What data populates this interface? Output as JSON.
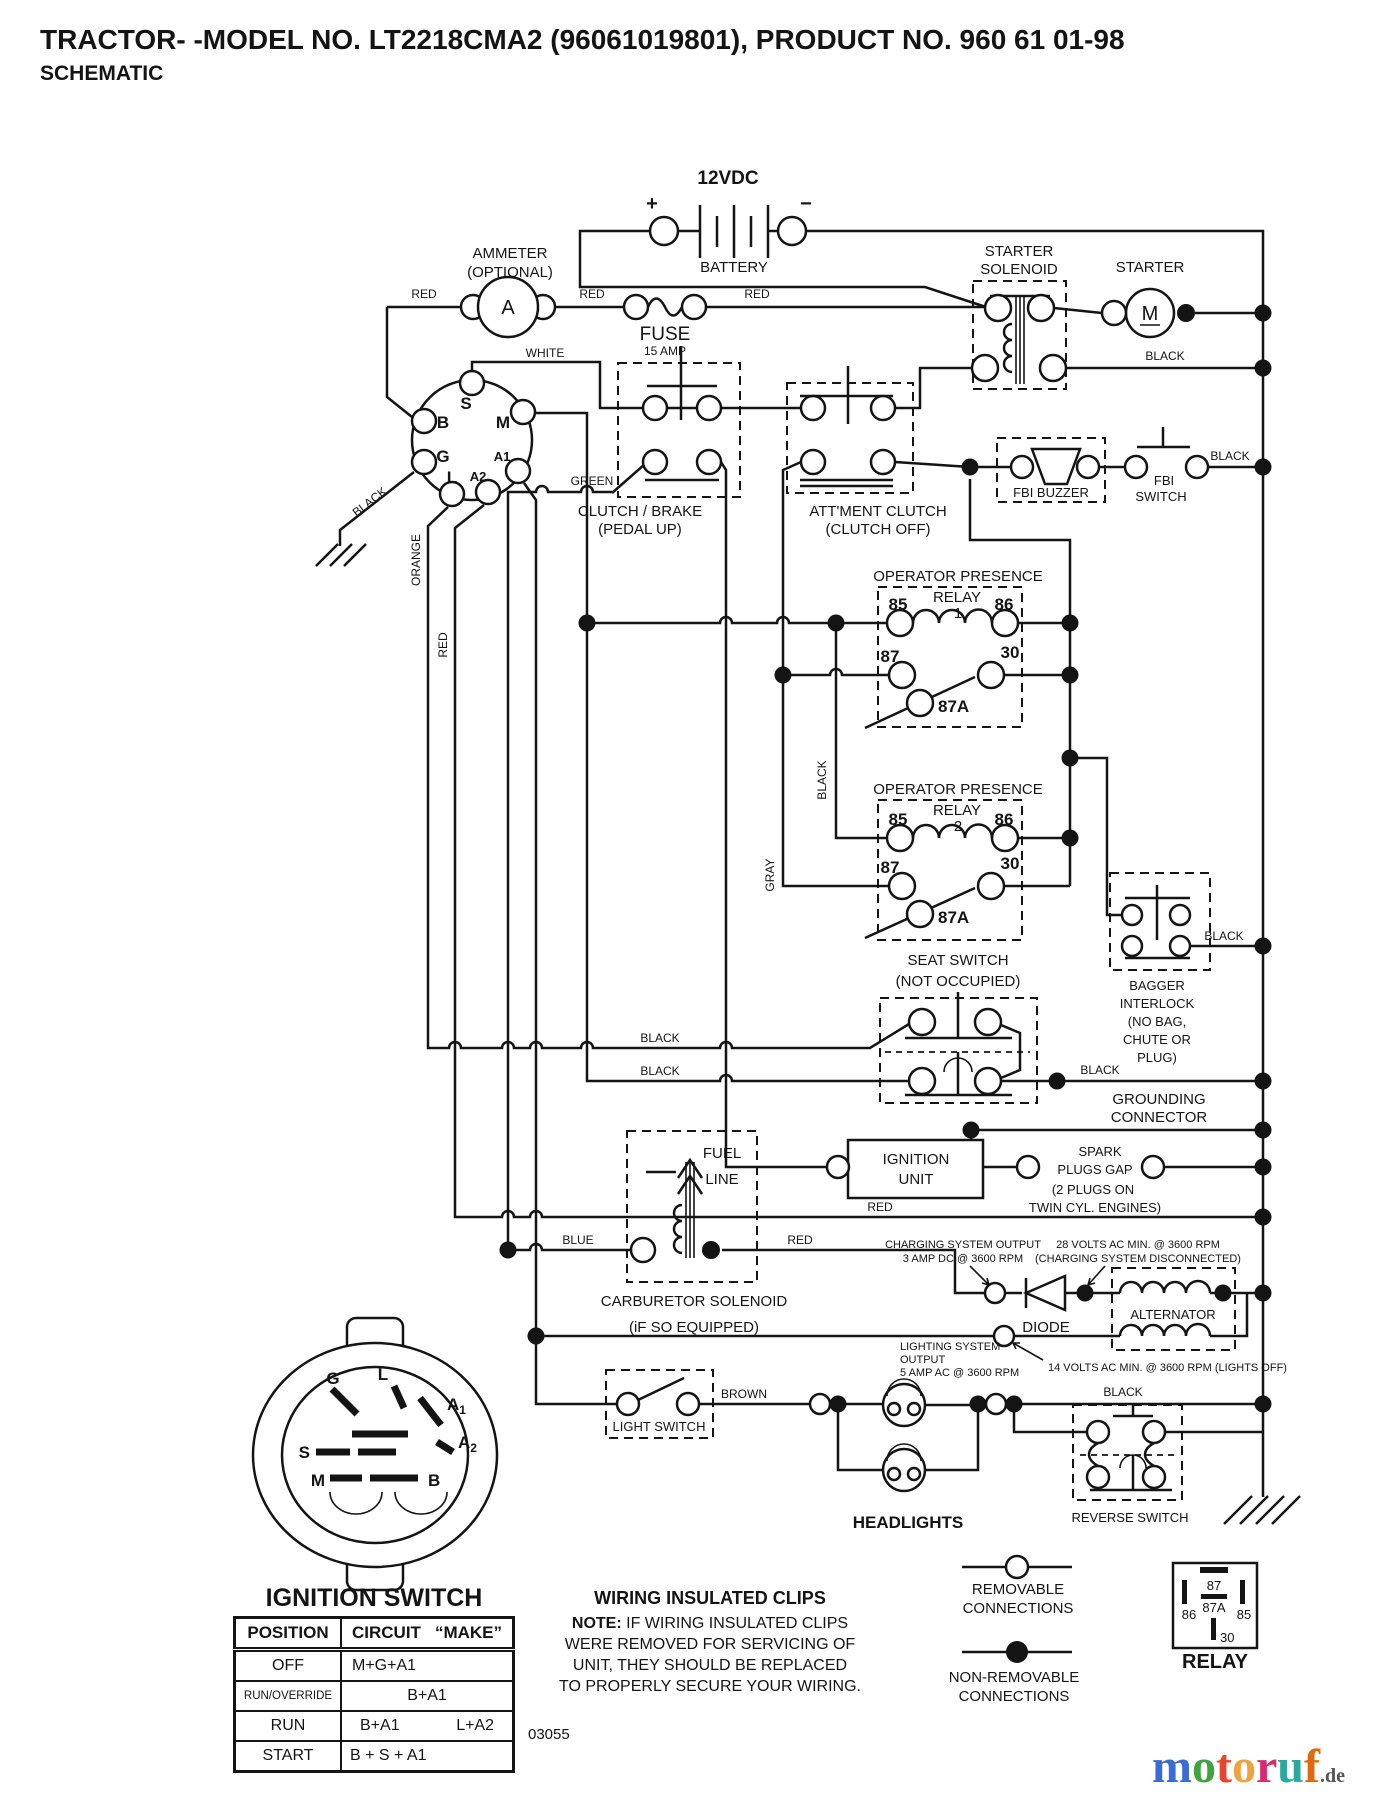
{
  "header": {
    "title": "TRACTOR- -MODEL NO. LT2218CMA2 (96061019801), PRODUCT NO. 960 61 01-98",
    "subtitle": "SCHEMATIC"
  },
  "battery": {
    "voltage": "12VDC",
    "plus": "+",
    "minus": "−",
    "label": "BATTERY"
  },
  "wire": {
    "red": "RED",
    "white": "WHITE",
    "black": "BLACK",
    "green": "GREEN",
    "orange": "ORANGE",
    "gray": "GRAY",
    "blue": "BLUE",
    "brown": "BROWN"
  },
  "ammeter": {
    "name": "AMMETER",
    "optional": "(OPTIONAL)",
    "symbol": "A"
  },
  "fuse": {
    "name": "FUSE",
    "rating": "15 AMP"
  },
  "starter_solenoid": {
    "l1": "STARTER",
    "l2": "SOLENOID"
  },
  "starter": {
    "name": "STARTER",
    "symbol": "M"
  },
  "clutch_brake": {
    "l1": "CLUTCH / BRAKE",
    "l2": "(PEDAL UP)"
  },
  "attachment_clutch": {
    "l1": "ATT'MENT CLUTCH",
    "l2": "(CLUTCH OFF)"
  },
  "fbi": {
    "buzzer": "FBI BUZZER",
    "sw1": "FBI",
    "sw2": "SWITCH"
  },
  "relay1": {
    "t1": "OPERATOR PRESENCE",
    "t2": "RELAY",
    "num": "1",
    "p85": "85",
    "p86": "86",
    "p87": "87",
    "p30": "30",
    "p87a": "87A"
  },
  "relay2": {
    "t1": "OPERATOR PRESENCE",
    "t2": "RELAY",
    "num": "2",
    "p85": "85",
    "p86": "86",
    "p87": "87",
    "p30": "30",
    "p87a": "87A"
  },
  "seat": {
    "l1": "SEAT SWITCH",
    "l2": "(NOT OCCUPIED)"
  },
  "bagger": {
    "l1": "BAGGER",
    "l2": "INTERLOCK",
    "l3": "(NO BAG,",
    "l4": "CHUTE OR",
    "l5": "PLUG)"
  },
  "grounding": {
    "l1": "GROUNDING",
    "l2": "CONNECTOR"
  },
  "fuel": {
    "l1": "FUEL",
    "l2": "LINE"
  },
  "carb": {
    "l1": "CARBURETOR SOLENOID",
    "l2": "(iF SO EQUIPPED)"
  },
  "ignition_unit": {
    "l1": "IGNITION",
    "l2": "UNIT"
  },
  "spark": {
    "l1": "SPARK",
    "l2": "PLUGS GAP",
    "l3": "(2 PLUGS ON",
    "l4": "TWIN CYL. ENGINES)"
  },
  "charging": {
    "l1": "CHARGING SYSTEM OUTPUT",
    "l2": "3 AMP DC @ 3600 RPM"
  },
  "charging_min": {
    "l1": "28 VOLTS AC MIN. @ 3600 RPM",
    "l2": "(CHARGING SYSTEM DISCONNECTED)"
  },
  "diode": {
    "label": "DIODE"
  },
  "alternator": {
    "label": "ALTERNATOR"
  },
  "lighting": {
    "l1": "LIGHTING SYSTEM",
    "l2": "OUTPUT",
    "l3": "5 AMP AC @ 3600 RPM",
    "min": "14 VOLTS AC MIN. @ 3600 RPM (LIGHTS OFF)"
  },
  "light_switch": {
    "label": "LIGHT SWITCH"
  },
  "headlights": {
    "label": "HEADLIGHTS"
  },
  "reverse": {
    "label": "REVERSE SWITCH"
  },
  "key_terms": {
    "s": "S",
    "m": "M",
    "b": "B",
    "g": "G",
    "a1": "A1",
    "a2": "A2",
    "l": "L"
  },
  "connector": {
    "title": "IGNITION SWITCH",
    "g": "G",
    "l": "L",
    "a": "A",
    "sub1": "1",
    "sub2": "2",
    "s": "S",
    "m": "M",
    "b": "B"
  },
  "table": {
    "h1": "POSITION",
    "h2": "CIRCUIT",
    "h3": "“MAKE”",
    "rows": [
      {
        "pos": "OFF",
        "c1": "M+G+A1",
        "c2": ""
      },
      {
        "pos": "RUN/OVERRIDE",
        "c1": "B+A1",
        "c2": ""
      },
      {
        "pos": "RUN",
        "c1": "B+A1",
        "c2": "L+A2"
      },
      {
        "pos": "START",
        "c1": "B + S + A1",
        "c2": ""
      }
    ]
  },
  "clips": {
    "title": "WIRING INSULATED CLIPS",
    "b": "NOTE:",
    "l1": " IF WIRING INSULATED CLIPS",
    "l2": "WERE REMOVED FOR SERVICING OF",
    "l3": "UNIT, THEY SHOULD BE REPLACED",
    "l4": "TO PROPERLY SECURE YOUR WIRING.",
    "code": "03055"
  },
  "legend": {
    "rem1": "REMOVABLE",
    "rem2": "CONNECTIONS",
    "non1": "NON-REMOVABLE",
    "non2": "CONNECTIONS"
  },
  "relay_legend": {
    "label": "RELAY",
    "p87": "87",
    "p87a": "87A",
    "p86": "86",
    "p85": "85",
    "p30": "30"
  },
  "watermark": {
    "letters": [
      "m",
      "o",
      "t",
      "o",
      "r",
      "u",
      "f"
    ],
    "colors": [
      "#3b6bd6",
      "#3fa33f",
      "#e8452c",
      "#f0a23c",
      "#d92b6b",
      "#2aa9a0",
      "#e06a10"
    ],
    "suffix": ".de",
    "suffix_color": "#555555"
  }
}
